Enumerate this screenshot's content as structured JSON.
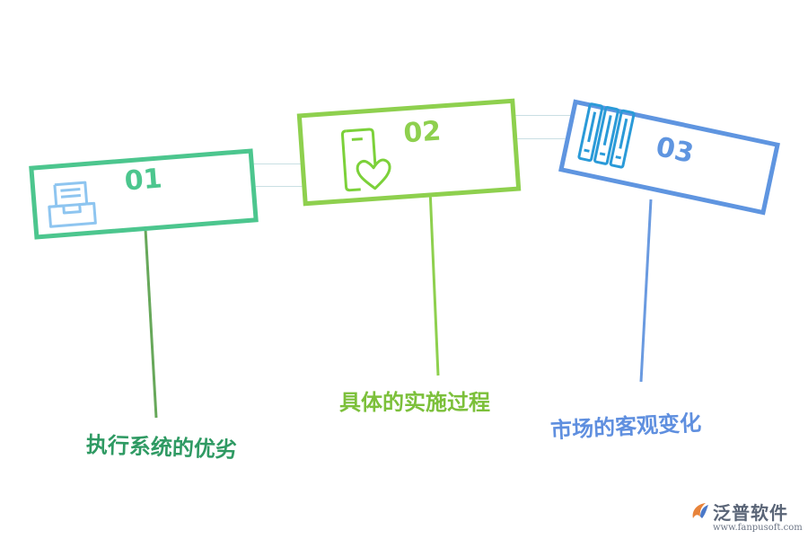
{
  "steps": [
    {
      "number": "01",
      "label": "执行系统的优劣",
      "icon": "inbox-tray-icon",
      "color": "#4cc68e",
      "label_color": "#2f9a63",
      "line_color": "#67a85a",
      "icon_color": "#8ec5f0"
    },
    {
      "number": "02",
      "label": "具体的实施过程",
      "icon": "phone-heart-icon",
      "color": "#8ed04e",
      "label_color": "#7cc03a",
      "line_color": "#8ed04e",
      "icon_color": "#7cd13a"
    },
    {
      "number": "03",
      "label": "市场的客观变化",
      "icon": "book-binders-icon",
      "color": "#5f95e0",
      "label_color": "#5f8fdf",
      "line_color": "#6a9ae0",
      "icon_color": "#2a9ad8"
    }
  ],
  "brand": {
    "name": "泛普软件",
    "url": "www.fanpusoft.com",
    "logo_icon": "fanpu-logo-icon"
  }
}
